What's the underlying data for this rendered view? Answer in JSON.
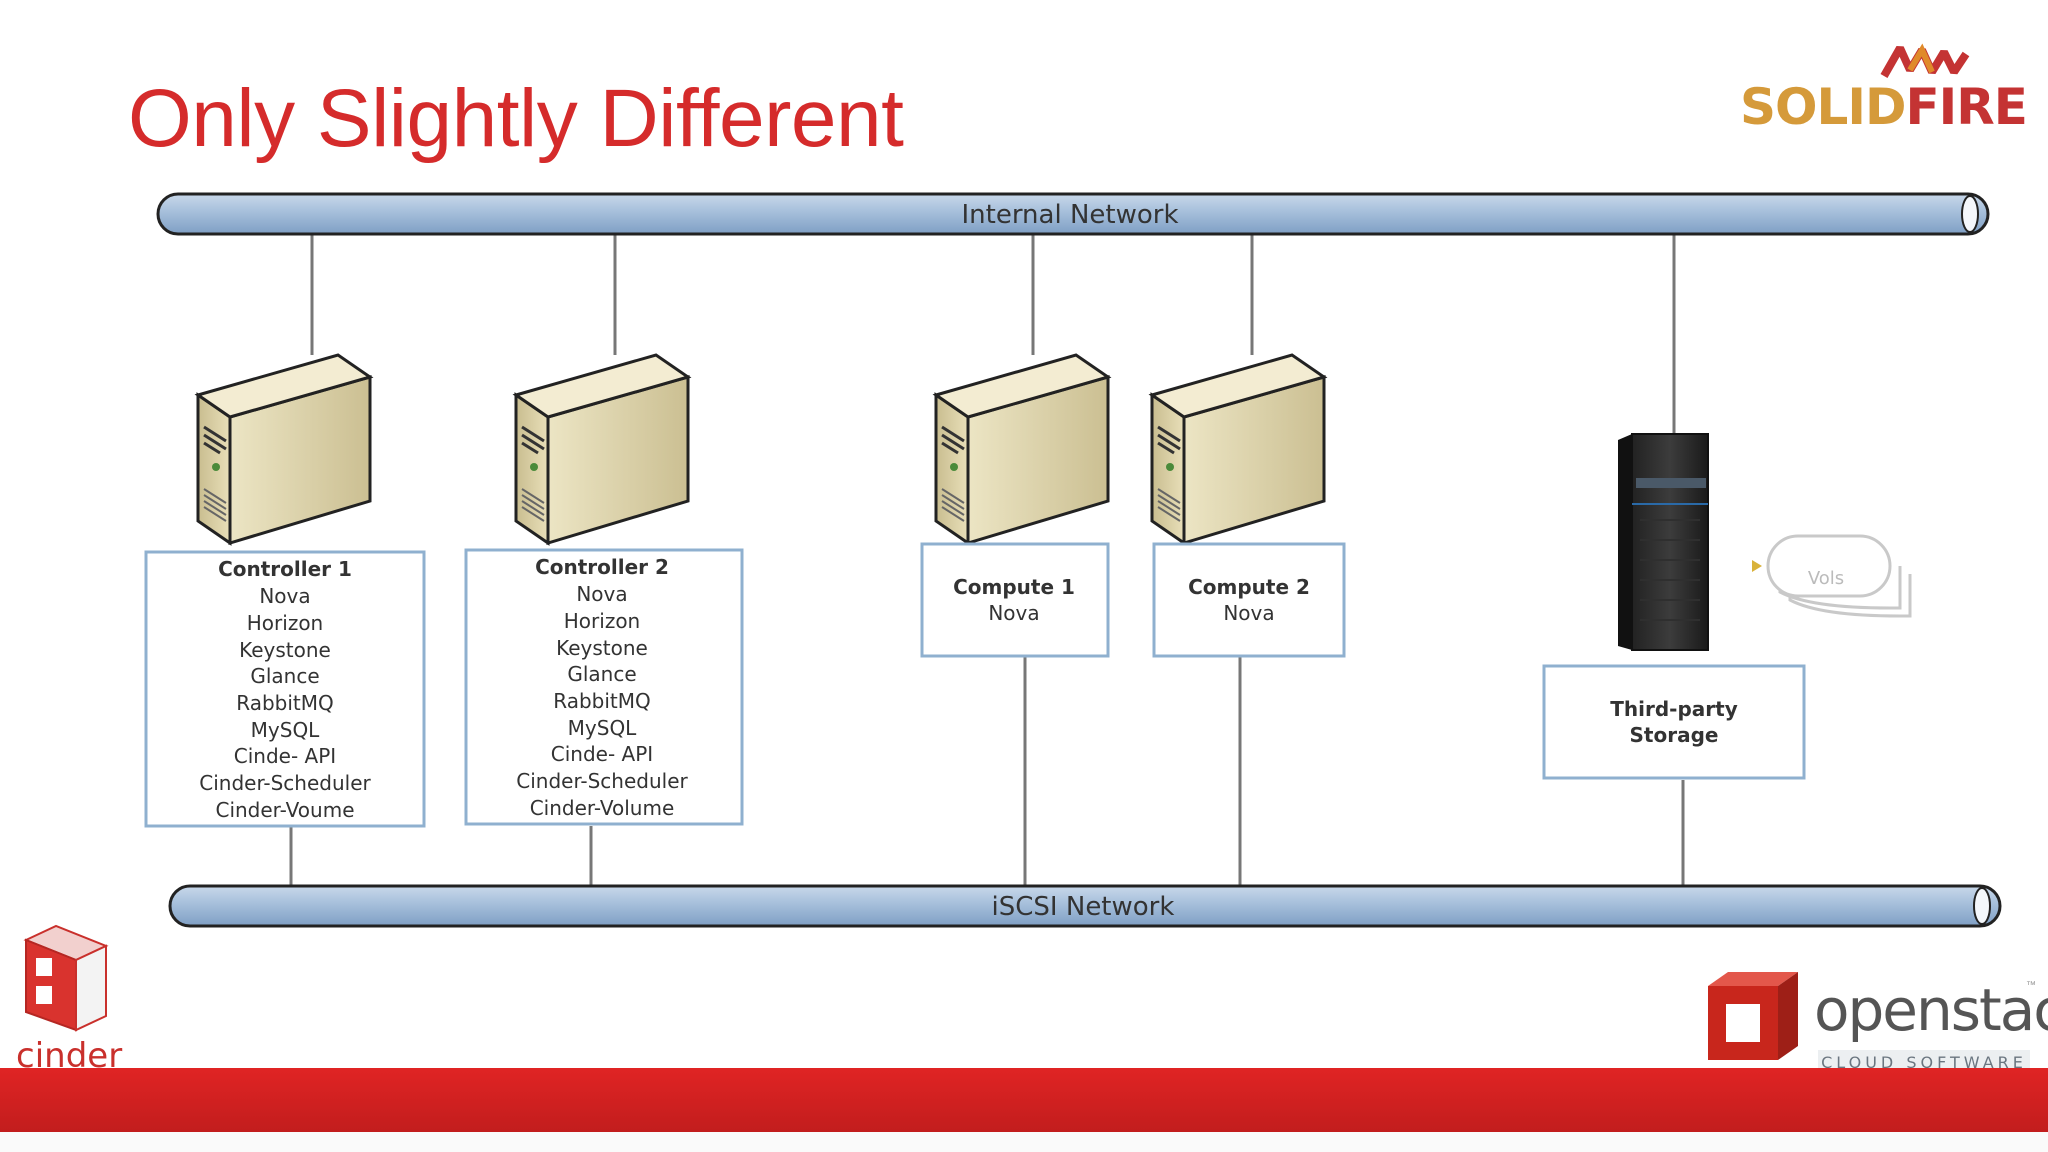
{
  "slide": {
    "title": "Only Slightly Different"
  },
  "brands": {
    "solidfire_part1": "SOLID",
    "solidfire_part2": "FIRE",
    "openstack_word": "openstack",
    "openstack_tm": "™",
    "openstack_sub": "CLOUD SOFTWARE",
    "cinder_word": "cinder"
  },
  "diagram": {
    "internal_network": "Internal Network",
    "iscsi_network": "iSCSI Network",
    "controller1": {
      "lines": [
        "Controller 1",
        "Nova",
        "Horizon",
        "Keystone",
        "Glance",
        "RabbitMQ",
        "MySQL",
        "Cinde- API",
        "Cinder-Scheduler",
        "Cinder-Voume"
      ]
    },
    "controller2": {
      "lines": [
        "Controller 2",
        "Nova",
        "Horizon",
        "Keystone",
        "Glance",
        "RabbitMQ",
        "MySQL",
        "Cinde- API",
        "Cinder-Scheduler",
        "Cinder-Volume"
      ]
    },
    "compute1": {
      "lines": [
        "Compute 1",
        "Nova"
      ]
    },
    "compute2": {
      "lines": [
        "Compute 2",
        "Nova"
      ]
    },
    "storage": {
      "lines": [
        "Third-party",
        "Storage"
      ]
    },
    "vols_label": "Vols"
  },
  "colors": {
    "title_red": "#d52b2b",
    "bar_red": "#d42222",
    "network_blue": "#a9c1dc",
    "server_beige": "#ddd2a8",
    "box_border": "#8fb0cf"
  }
}
